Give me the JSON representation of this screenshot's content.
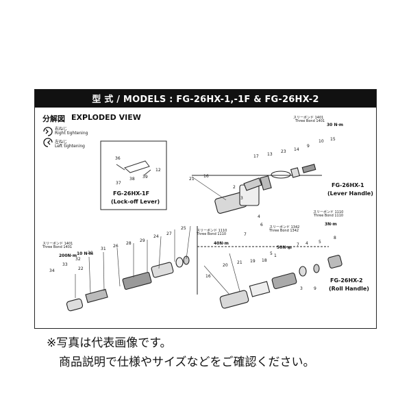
{
  "header": {
    "models": "型 式 / MODELS : FG-26HX-1,-1F & FG-26HX-2"
  },
  "exploded": {
    "jp": "分解図",
    "en": "EXPLODED VIEW"
  },
  "legend": {
    "right_jp": "右ねじ",
    "right_en": "Right tightening",
    "left_jp": "左ねじ",
    "left_en": "Left tightening"
  },
  "variants": {
    "lock_off_model": "FG-26HX-1F",
    "lock_off_name": "(Lock-off Lever)",
    "lever_model": "FG-26HX-1",
    "lever_name": "(Lever Handle)",
    "roll_model": "FG-26HX-2",
    "roll_name": "(Roll Handle)"
  },
  "torque": {
    "top_bond": "スリーボンド 1401",
    "top_bond_en": "Three Bond 1401",
    "top_val": "30 N·m",
    "mid_bond": "スリーボンド 1110",
    "mid_bond_en": "Three Bond 1110",
    "mid_val": "40N·m",
    "mid2_bond": "スリーボンド 1342",
    "mid2_bond_en": "Three Bond 1342",
    "mid2_val": "50N·m",
    "right_bond": "スリーボンド 1110",
    "right_bond_en": "Three Bond 1110",
    "right_val": "3N·m",
    "left_bond": "スリーボンド 1401",
    "left_bond_en": "Three Bond 1401",
    "left_val_a": "200N·m",
    "left_val_b": "10 N·m"
  },
  "parts": {
    "p36": "36",
    "p12": "12",
    "p37": "37",
    "p38": "38",
    "p39": "39",
    "p21a": "21",
    "p16a": "16",
    "p17": "17",
    "p13": "13",
    "p23": "23",
    "p14": "14",
    "p9": "9",
    "p10": "10",
    "p15": "15",
    "p2": "2",
    "p3": "3",
    "p4": "4",
    "p6": "6",
    "p7": "7",
    "p8a": "8",
    "p5a": "5",
    "p4b": "4",
    "p7b": "7",
    "p6b": "6",
    "p1": "1",
    "p5b": "5",
    "p19": "19",
    "p18": "18",
    "p20": "20",
    "p21b": "21",
    "p16b": "16",
    "p3b": "3",
    "p9b": "9",
    "p25": "25",
    "p27": "27",
    "p24": "24",
    "p29": "29",
    "p28": "28",
    "p26": "26",
    "p31": "31",
    "p30": "30",
    "p32": "32",
    "p33": "33",
    "p22": "22",
    "p34": "34"
  },
  "footer": {
    "line1": "※写真は代表画像です。",
    "line2": "商品説明で仕様やサイズなどをご確認ください。"
  }
}
